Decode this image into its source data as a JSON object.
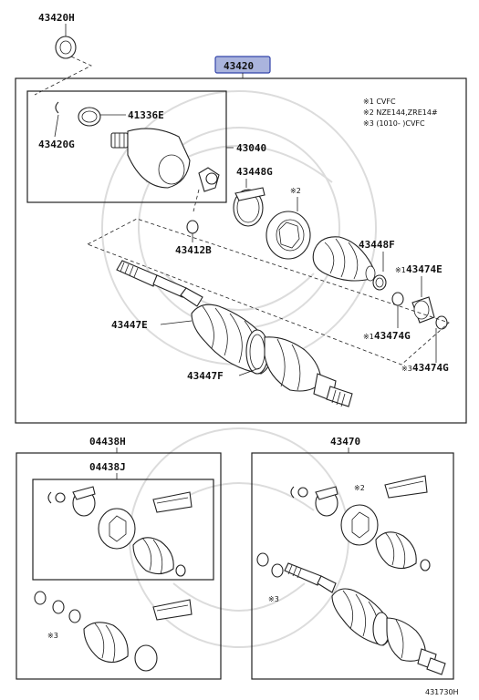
{
  "labels": {
    "p43420H": "43420H",
    "p43420": "43420",
    "p43420G": "43420G",
    "p41336E": "41336E",
    "p43040": "43040",
    "p43448G": "43448G",
    "p43412B": "43412B",
    "p43448F": "43448F",
    "p43474E": "43474E",
    "p43474G_left": "43474G",
    "p43474G_right": "43474G",
    "p43447E": "43447E",
    "p43447F": "43447F",
    "p04438H": "04438H",
    "p04438J": "04438J",
    "p43470": "43470",
    "mark_x2": "※2",
    "mark_x1_e": "※1",
    "mark_x1_g": "※1",
    "mark_x3_g": "※3",
    "mark_x3_kit": "※3",
    "mark_x2_kit": "※2",
    "mark_x3_43470": "※3",
    "footer_code": "431730H"
  },
  "notes": [
    "※1 CVFC",
    "※2 NZE144,ZRE14#",
    "※3 (1010-      )CVFC"
  ],
  "colors": {
    "highlight_fill": "#aab4dd",
    "highlight_stroke": "#3344aa",
    "line": "#222222",
    "watermark": "#dcdcdc"
  }
}
